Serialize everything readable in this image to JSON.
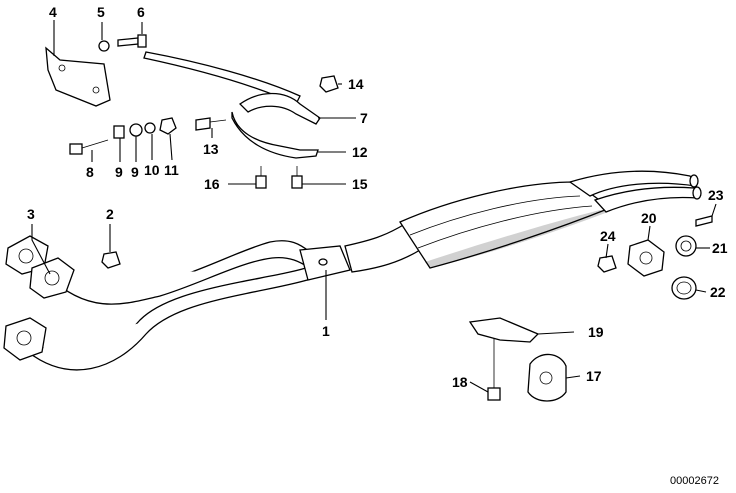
{
  "diagram": {
    "image_code": "00002672",
    "callouts": [
      {
        "id": "c4",
        "label": "4"
      },
      {
        "id": "c5",
        "label": "5"
      },
      {
        "id": "c6",
        "label": "6"
      },
      {
        "id": "c14",
        "label": "14"
      },
      {
        "id": "c7",
        "label": "7"
      },
      {
        "id": "c12",
        "label": "12"
      },
      {
        "id": "c13",
        "label": "13"
      },
      {
        "id": "c8",
        "label": "8"
      },
      {
        "id": "c9a",
        "label": "9"
      },
      {
        "id": "c9b",
        "label": "9"
      },
      {
        "id": "c10",
        "label": "10"
      },
      {
        "id": "c11",
        "label": "11"
      },
      {
        "id": "c16",
        "label": "16"
      },
      {
        "id": "c15",
        "label": "15"
      },
      {
        "id": "c3",
        "label": "3"
      },
      {
        "id": "c2",
        "label": "2"
      },
      {
        "id": "c1",
        "label": "1"
      },
      {
        "id": "c23",
        "label": "23"
      },
      {
        "id": "c20",
        "label": "20"
      },
      {
        "id": "c24",
        "label": "24"
      },
      {
        "id": "c21",
        "label": "21"
      },
      {
        "id": "c22",
        "label": "22"
      },
      {
        "id": "c19",
        "label": "19"
      },
      {
        "id": "c18",
        "label": "18"
      },
      {
        "id": "c17",
        "label": "17"
      }
    ]
  }
}
